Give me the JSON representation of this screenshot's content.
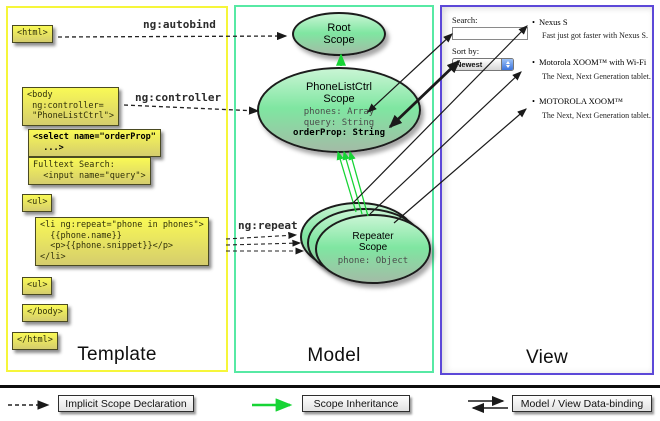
{
  "colors": {
    "template_border": "#f6f63a",
    "model_border": "#57e9a4",
    "view_border": "#5c48d8",
    "scope_green_top": "#c9f5d4",
    "scope_green_mid": "#7fe6a1",
    "scope_green_bottom": "#a3bca6",
    "code_box_top": "#f9f955",
    "code_box_bottom": "#d5cd6d",
    "inheritance_arrow": "#17d435",
    "arrow_black": "#1a1a1a"
  },
  "panels": {
    "template": {
      "title": "Template"
    },
    "model": {
      "title": "Model"
    },
    "view": {
      "title": "View"
    }
  },
  "code_boxes": {
    "html_open": "<html>",
    "body_open": "<body\n ng:controller=\n \"PhoneListCtrl\">",
    "select_order": "<select name=\"orderProp\"\n  ...>",
    "fulltext": "Fulltext Search:\n  <input name=\"query\">",
    "ul_open": "<ul>",
    "li_repeat": "<li ng:repeat=\"phone in phones\">\n  {{phone.name}}\n  <p>{{phone.snippet}}</p>\n</li>",
    "ul_close": "<ul>",
    "body_close": "</body>",
    "html_close": "</html>"
  },
  "arrow_labels": {
    "autobind": "ng:autobind",
    "controller": "ng:controller",
    "repeat": "ng:repeat"
  },
  "scopes": {
    "root": {
      "title": "Root",
      "subtitle": "Scope"
    },
    "phone_list_ctrl": {
      "title": "PhoneListCtrl",
      "subtitle": "Scope",
      "prop_phones": "phones: Array",
      "prop_query": "query: String",
      "prop_order": "orderProp: String"
    },
    "repeater": {
      "title": "Repeater",
      "subtitle": "Scope",
      "prop_phone": "phone: Object"
    }
  },
  "view": {
    "search_label": "Search:",
    "sort_label": "Sort by:",
    "sort_value": "Newest",
    "bullet": "•",
    "items": [
      {
        "title": "Nexus S",
        "desc": "Fast just got faster with Nexus S."
      },
      {
        "title": "Motorola XOOM™ with Wi-Fi",
        "desc": "The Next, Next Generation tablet."
      },
      {
        "title": "MOTOROLA XOOM™",
        "desc": "The Next, Next Generation tablet."
      }
    ]
  },
  "legend": {
    "implicit": "Implicit Scope Declaration",
    "inheritance": "Scope Inheritance",
    "binding": "Model / View Data-binding"
  }
}
